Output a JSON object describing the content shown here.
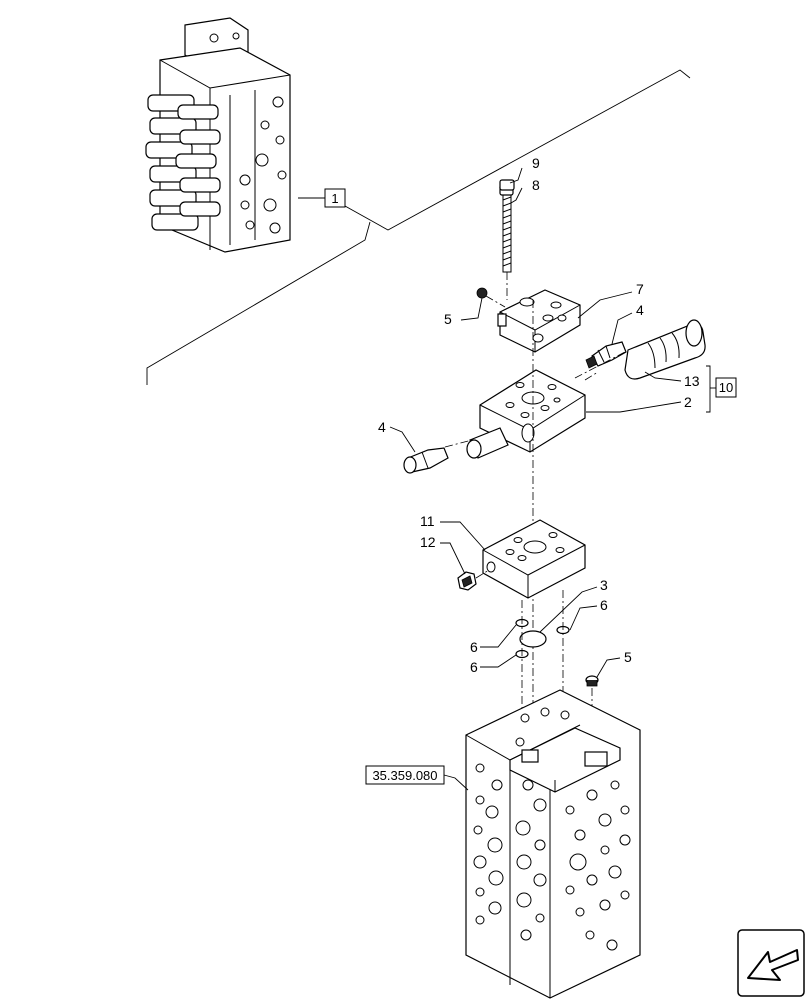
{
  "callouts": {
    "c1": "1",
    "c2": "2",
    "c3": "3",
    "c4a": "4",
    "c4b": "4",
    "c5a": "5",
    "c5b": "5",
    "c6a": "6",
    "c6b": "6",
    "c6c": "6",
    "c7": "7",
    "c8": "8",
    "c9": "9",
    "c10": "10",
    "c11": "11",
    "c12": "12",
    "c13": "13"
  },
  "reference_box": "35.359.080",
  "nav_icon": "arrow-down-left-icon"
}
